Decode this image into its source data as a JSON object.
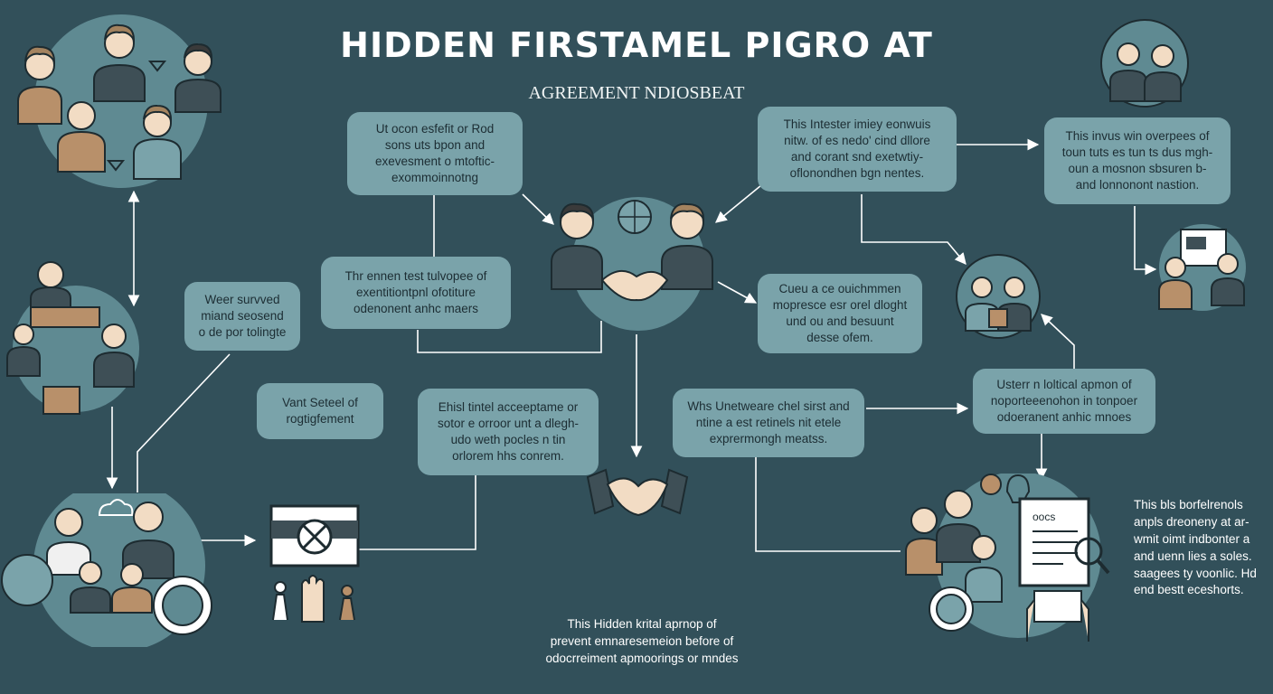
{
  "header": {
    "title": "HIDDEN FIRSTAMEL PIGRO AT",
    "subtitle": "AGREEMENT NDIOSBEAT"
  },
  "boxes": {
    "top_left": "Ut ocon esfefit or Rod\nsons uts bpon and\nexevesment o mtoftic-\nexommoinnotng",
    "top_center": "This Intester imiey eonwuis\nnitw. of es nedo' cind dllore\nand corant snd exetwtiy-\noflonondhen bgn nentes.",
    "top_right": "This invus win overpees of\ntoun tuts es tun ts dus mgh-\noun a mosnon sbsuren b-\nand lonnonont nastion.",
    "mid_left": "Thr ennen test tulvopee of\nexentitiontpnl ofotiture\nodenonent anhc maers",
    "left_small": "Weer survved\nmiand seosend\no de por tolingte",
    "mid_right": "Cueu a ce ouichmmen\nmopresce esr orel dloght\nund ou and besuunt\ndesse ofem.",
    "lower_left": "Vant Seteel of\nrogtigfement",
    "lower_center_left": "Ehisl tintel acceeptame or\nsotor e orroor unt a dlegh-\nudo weth pocles n tin\norlorem hhs conrem.",
    "lower_center": "Whs Unetweare chel sirst and\nntine a est retinels nit etele\nexprermongh meatss.",
    "lower_right": "Usterr n loltical apmon of\nnoporteeenohon in tonpoer\nodoeranent anhic mnoes"
  },
  "notes": {
    "bottom_center": "This Hidden krital aprnop of\nprevent emnaresemeion before of\nodocrreiment apmoorings or mndes",
    "right_side": "This bls borfelrenols\nanpls dreoneny at ar-\nwmit oimt indbonter a\nand uenn lies a soles.\nsaagees ty voonlic. Hd\nend bestt eceshorts."
  },
  "icons": {
    "document_label": "oocs"
  },
  "colors": {
    "background": "#32505a",
    "box": "#7aa3aa",
    "circle": "#5f8a92",
    "suit": "#3e4f56",
    "skin": "#f2dcc4",
    "hair": "#a4835f",
    "accent_tan": "#b8906a"
  }
}
